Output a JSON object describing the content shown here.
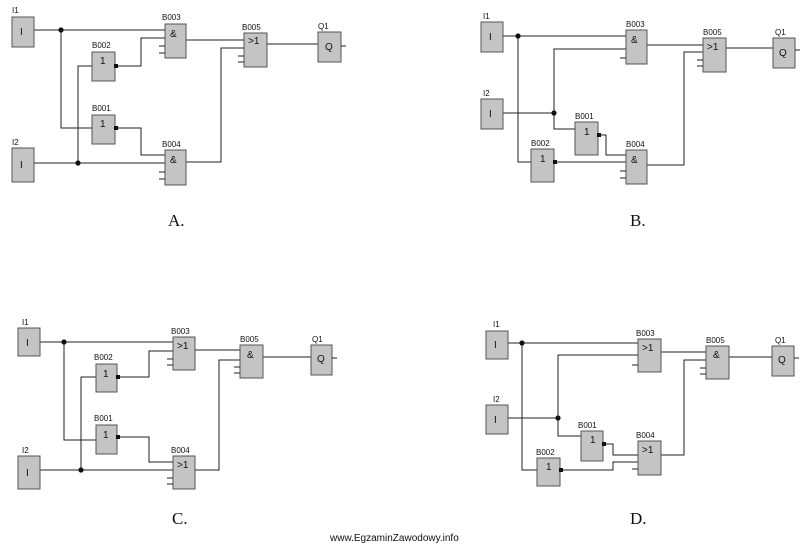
{
  "options": [
    {
      "caption": "A.",
      "inputs": [
        {
          "name": "I1",
          "symbol": "I"
        },
        {
          "name": "I2",
          "symbol": "I"
        }
      ],
      "blocks": [
        {
          "id": "B002",
          "symbol": "1"
        },
        {
          "id": "B001",
          "symbol": "1"
        },
        {
          "id": "B003",
          "symbol": "&"
        },
        {
          "id": "B004",
          "symbol": "&"
        },
        {
          "id": "B005",
          "symbol": ">1"
        }
      ],
      "output": {
        "name": "Q1",
        "symbol": "Q"
      }
    },
    {
      "caption": "B.",
      "inputs": [
        {
          "name": "I1",
          "symbol": "I"
        },
        {
          "name": "I2",
          "symbol": "I"
        }
      ],
      "blocks": [
        {
          "id": "B001",
          "symbol": "1"
        },
        {
          "id": "B002",
          "symbol": "1"
        },
        {
          "id": "B003",
          "symbol": "&"
        },
        {
          "id": "B004",
          "symbol": "&"
        },
        {
          "id": "B005",
          "symbol": ">1"
        }
      ],
      "output": {
        "name": "Q1",
        "symbol": "Q"
      }
    },
    {
      "caption": "C.",
      "inputs": [
        {
          "name": "I1",
          "symbol": "I"
        },
        {
          "name": "I2",
          "symbol": "I"
        }
      ],
      "blocks": [
        {
          "id": "B002",
          "symbol": "1"
        },
        {
          "id": "B001",
          "symbol": "1"
        },
        {
          "id": "B003",
          "symbol": ">1"
        },
        {
          "id": "B004",
          "symbol": ">1"
        },
        {
          "id": "B005",
          "symbol": "&"
        }
      ],
      "output": {
        "name": "Q1",
        "symbol": "Q"
      }
    },
    {
      "caption": "D.",
      "inputs": [
        {
          "name": "I1",
          "symbol": "I"
        },
        {
          "name": "I2",
          "symbol": "I"
        }
      ],
      "blocks": [
        {
          "id": "B001",
          "symbol": "1"
        },
        {
          "id": "B002",
          "symbol": "1"
        },
        {
          "id": "B003",
          "symbol": ">1"
        },
        {
          "id": "B004",
          "symbol": ">1"
        },
        {
          "id": "B005",
          "symbol": "&"
        }
      ],
      "output": {
        "name": "Q1",
        "symbol": "Q"
      }
    }
  ],
  "watermark": "www.EgzaminZawodowy.info"
}
